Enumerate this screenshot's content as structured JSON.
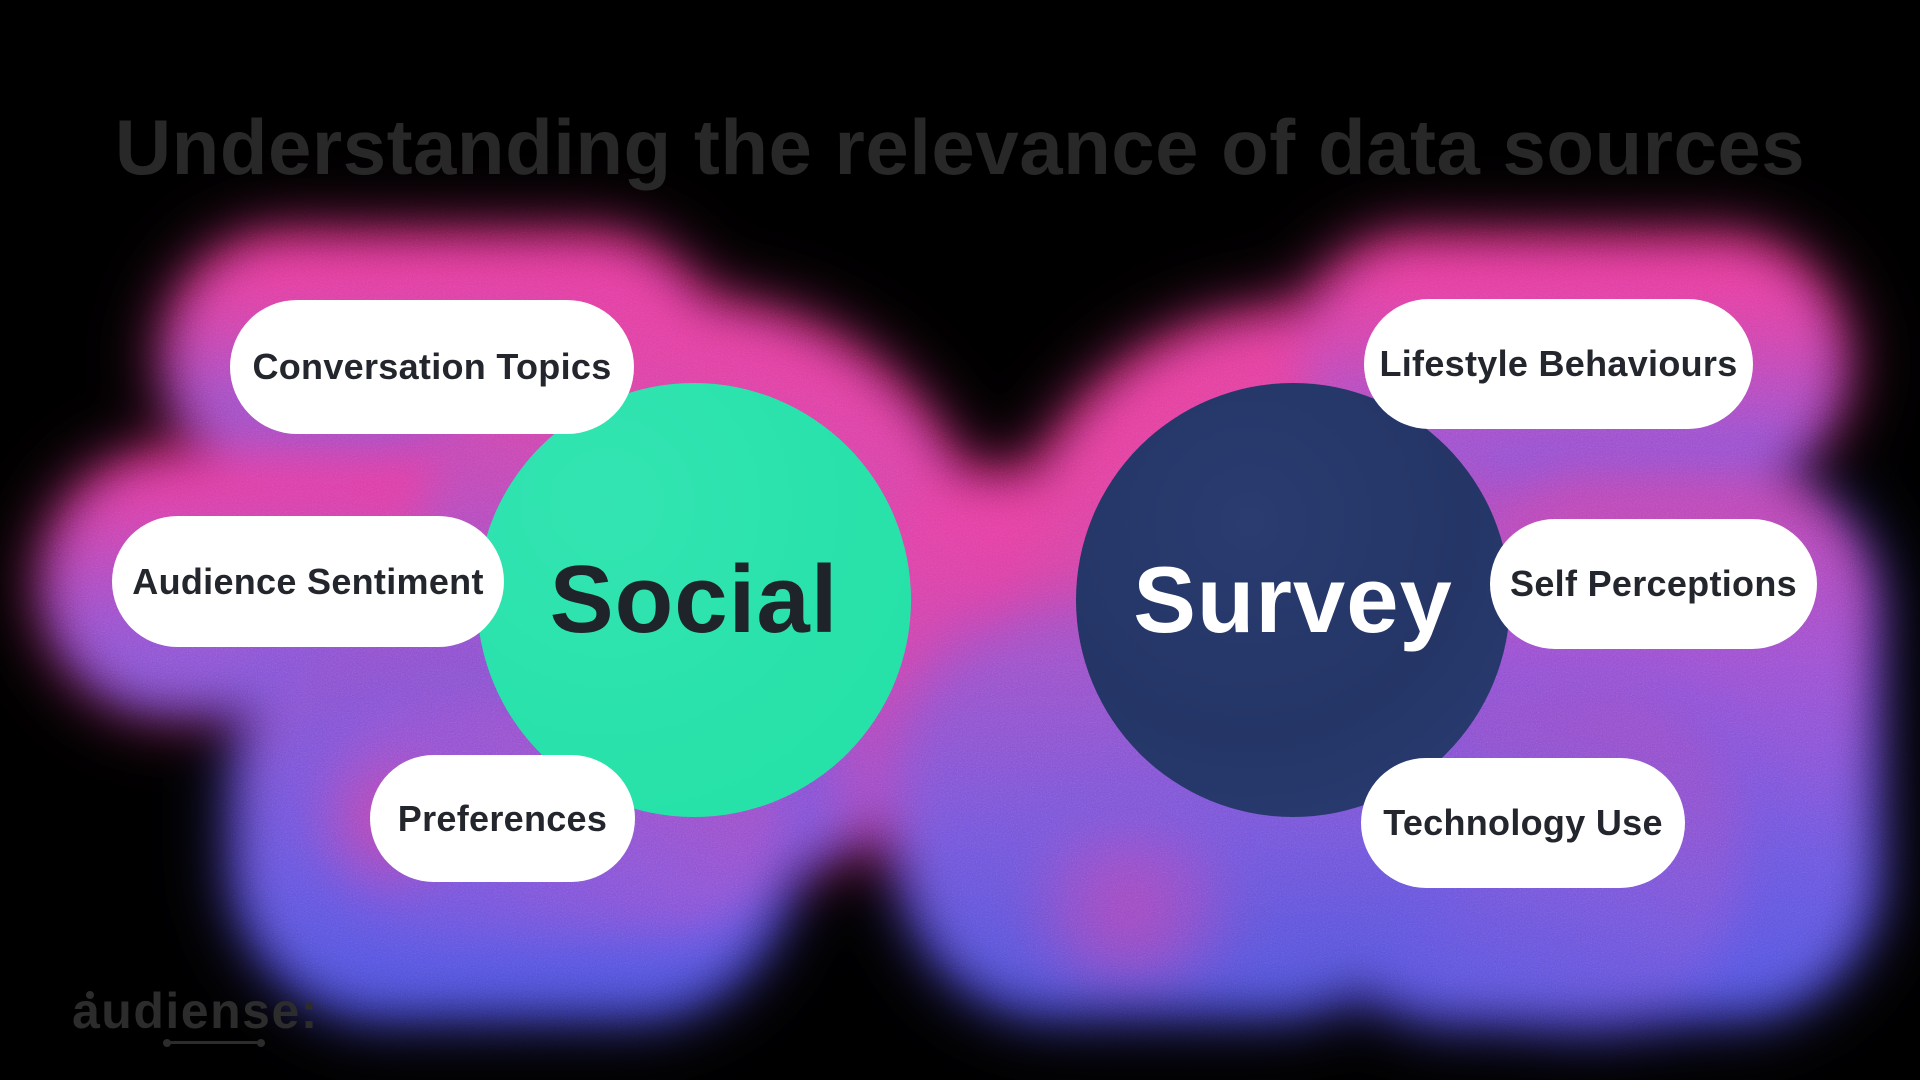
{
  "title": "Understanding the relevance of data sources",
  "social": {
    "label": "Social",
    "items": [
      "Conversation Topics",
      "Audience Sentiment",
      "Preferences"
    ]
  },
  "survey": {
    "label": "Survey",
    "items": [
      "Lifestyle Behaviours",
      "Self Perceptions",
      "Technology Use"
    ]
  },
  "logo": {
    "text": "audiense:"
  },
  "colors": {
    "background": "#000000",
    "title_text": "#282828",
    "social_circle": "#29e2ab",
    "social_label_text": "#1f232a",
    "survey_circle": "#253768",
    "survey_label_text": "#ffffff",
    "pill_background": "#ffffff",
    "pill_text": "#23262c",
    "glow_pink": "#ef3a96",
    "glow_purple": "#8a54d4",
    "glow_blue": "#4c54e0"
  }
}
